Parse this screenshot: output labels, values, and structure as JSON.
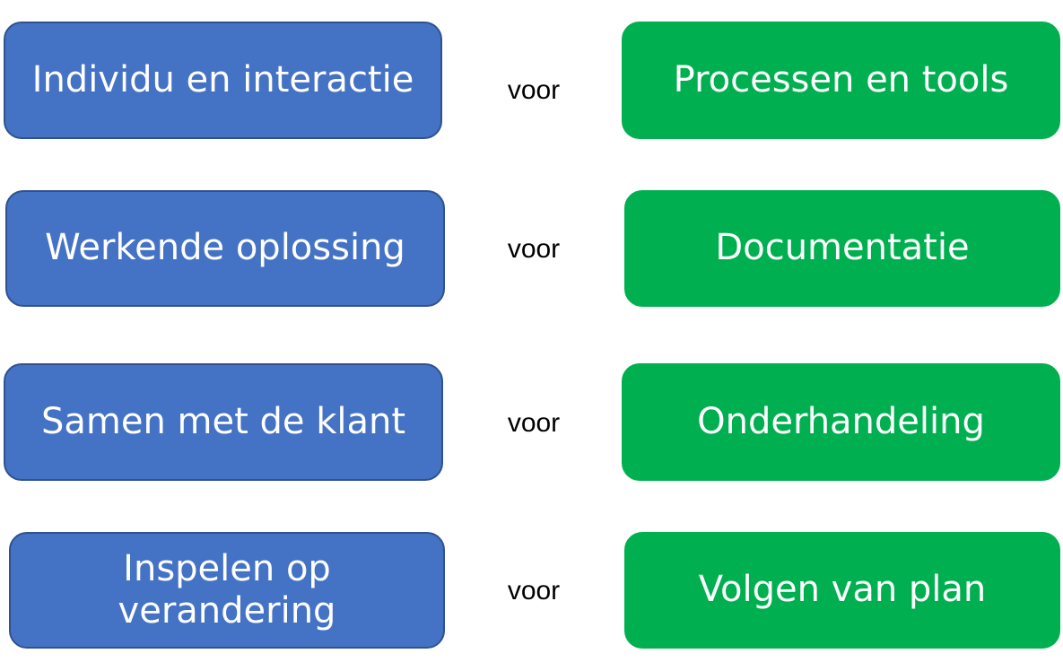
{
  "diagram": {
    "rows": [
      {
        "left": "Individu en interactie",
        "connector": "voor",
        "right": "Processen en tools"
      },
      {
        "left": "Werkende oplossing",
        "connector": "voor",
        "right": "Documentatie"
      },
      {
        "left": "Samen met de klant",
        "connector": "voor",
        "right": "Onderhandeling"
      },
      {
        "left": "Inspelen op verandering",
        "connector": "voor",
        "right": "Volgen van plan"
      }
    ]
  },
  "colors": {
    "left_box_fill": "#4472c4",
    "left_box_border": "#2f528f",
    "right_box_fill": "#00b050",
    "box_text": "#ffffff",
    "connector_text": "#000000"
  }
}
